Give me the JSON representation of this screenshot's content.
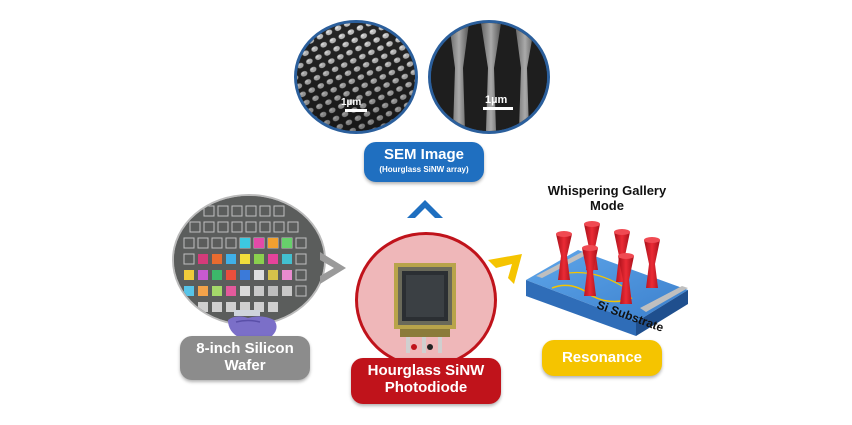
{
  "sem": {
    "title": "SEM Image",
    "subtitle": "(Hourglass SiNW array)",
    "scale_left": "1µm",
    "scale_right": "1µm"
  },
  "wafer": {
    "line1": "8-inch Silicon",
    "line2": "Wafer"
  },
  "photodiode": {
    "line1": "Hourglass SiNW",
    "line2": "Photodiode"
  },
  "resonance": {
    "label": "Resonance"
  },
  "whispering": {
    "line1": "Whispering Gallery",
    "line2": "Mode"
  },
  "substrate": {
    "label": "Si Substrate"
  },
  "colors": {
    "sem_blue": "#1f6fc0",
    "wafer_gray": "#8c8c8c",
    "photodiode_red": "#c0131b",
    "resonance_yellow": "#f5c400",
    "substrate_blue": "#4a90d9",
    "nanowire_red": "#d9202b"
  }
}
